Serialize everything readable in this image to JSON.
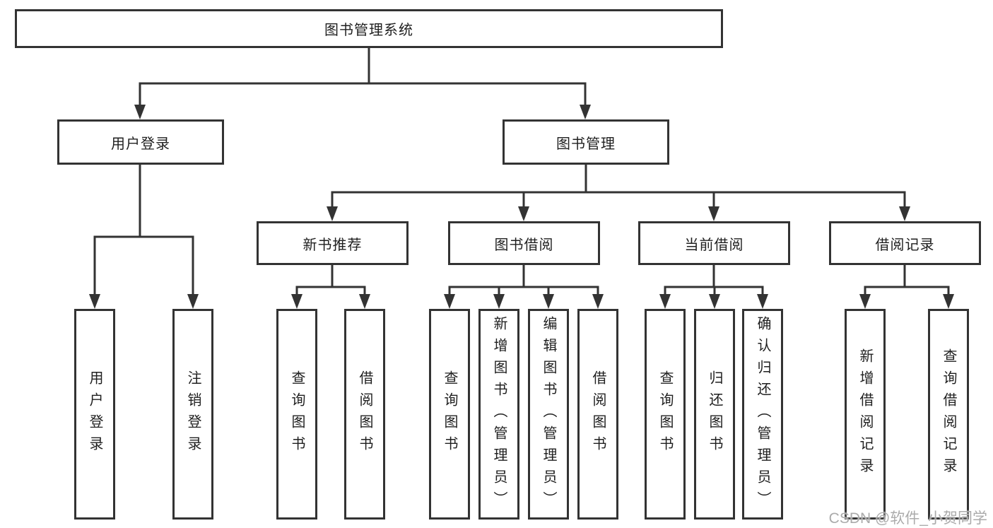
{
  "diagram_title": "图书管理系统",
  "nodes": {
    "root": {
      "label": "图书管理系统"
    },
    "level2": [
      {
        "label": "用户登录"
      },
      {
        "label": "图书管理"
      }
    ],
    "level3": [
      {
        "label": "新书推荐",
        "parent": "图书管理"
      },
      {
        "label": "图书借阅",
        "parent": "图书管理"
      },
      {
        "label": "当前借阅",
        "parent": "图书管理"
      },
      {
        "label": "借阅记录",
        "parent": "图书管理"
      }
    ],
    "leaves": [
      {
        "label": "用户登录",
        "parent": "用户登录"
      },
      {
        "label": "注销登录",
        "parent": "用户登录"
      },
      {
        "label": "查询图书",
        "parent": "新书推荐"
      },
      {
        "label": "借阅图书",
        "parent": "新书推荐"
      },
      {
        "label": "查询图书",
        "parent": "图书借阅"
      },
      {
        "label": "新增图书（管理员）",
        "parent": "图书借阅"
      },
      {
        "label": "编辑图书（管理员）",
        "parent": "图书借阅"
      },
      {
        "label": "借阅图书",
        "parent": "图书借阅"
      },
      {
        "label": "查询图书",
        "parent": "当前借阅"
      },
      {
        "label": "归还图书",
        "parent": "当前借阅"
      },
      {
        "label": "确认归还（管理员）",
        "parent": "当前借阅"
      },
      {
        "label": "新增借阅记录",
        "parent": "借阅记录"
      },
      {
        "label": "查询借阅记录",
        "parent": "借阅记录"
      }
    ]
  },
  "watermark": {
    "text": "CSDN @软件_小贺同学"
  },
  "colors": {
    "line": "#333333",
    "box_border": "#333333",
    "text": "#1f1f1f",
    "background": "#ffffff",
    "watermark": "#ababab"
  }
}
